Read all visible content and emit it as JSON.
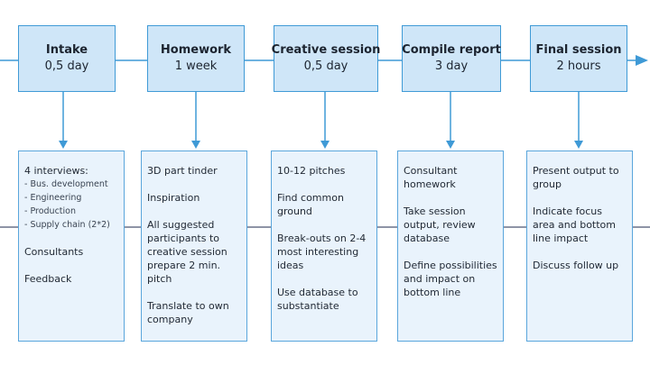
{
  "accent": "#3f9ad6",
  "phases": [
    {
      "title": "Intake",
      "duration": "0,5 day"
    },
    {
      "title": "Homework",
      "duration": "1 week"
    },
    {
      "title": "Creative session",
      "duration": "0,5 day"
    },
    {
      "title": "Compile report",
      "duration": "3 day"
    },
    {
      "title": "Final session",
      "duration": "2 hours"
    }
  ],
  "details": [
    {
      "items": [
        "4 interviews:",
        "Consultants",
        "Feedback"
      ],
      "subitems": [
        "- Bus. development",
        "- Engineering",
        "- Production",
        "- Supply chain (2*2)"
      ]
    },
    {
      "items": [
        "3D part tinder",
        "Inspiration",
        "All suggested participants to creative session prepare 2 min. pitch",
        "Translate to own company"
      ]
    },
    {
      "items": [
        "10-12 pitches",
        "Find common ground",
        "Break-outs on 2-4 most interesting ideas",
        "Use database to substantiate"
      ]
    },
    {
      "items": [
        "Consultant homework",
        "Take session output, review database",
        "Define possibilities and impact on bottom line"
      ]
    },
    {
      "items": [
        "Present output to group",
        "Indicate focus area and bottom line impact",
        "Discuss follow up"
      ]
    }
  ]
}
